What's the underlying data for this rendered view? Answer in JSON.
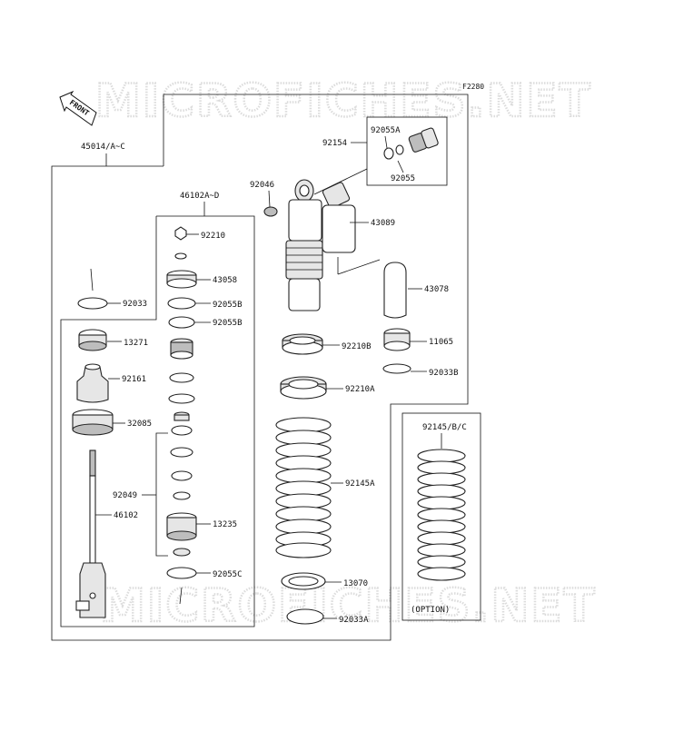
{
  "watermark": {
    "text_top": "MICROFICHES.NET",
    "text_bottom": "MICROFICHES.NET"
  },
  "figure_id": "F2280",
  "front_arrow": {
    "label": "FRONT"
  },
  "assembly_labels": {
    "main": "45014/A~C",
    "sub": "46102A~D"
  },
  "labels": {
    "p92154": "92154",
    "p92055A": "92055A",
    "p92055": "92055",
    "p92046": "92046",
    "p43089": "43089",
    "p43078": "43078",
    "p92210": "92210",
    "p43058": "43058",
    "p92033": "92033",
    "p92055B_1": "92055B",
    "p92055B_2": "92055B",
    "p13271": "13271",
    "p92161": "92161",
    "p32085": "32085",
    "p92049": "92049",
    "p46102": "46102",
    "p13235": "13235",
    "p92055C": "92055C",
    "p92210B": "92210B",
    "p11065": "11065",
    "p92033B": "92033B",
    "p92210A": "92210A",
    "p92145A": "92145A",
    "p13070": "13070",
    "p92033A": "92033A",
    "p92145BC": "92145/B/C",
    "option": "(OPTION)"
  }
}
